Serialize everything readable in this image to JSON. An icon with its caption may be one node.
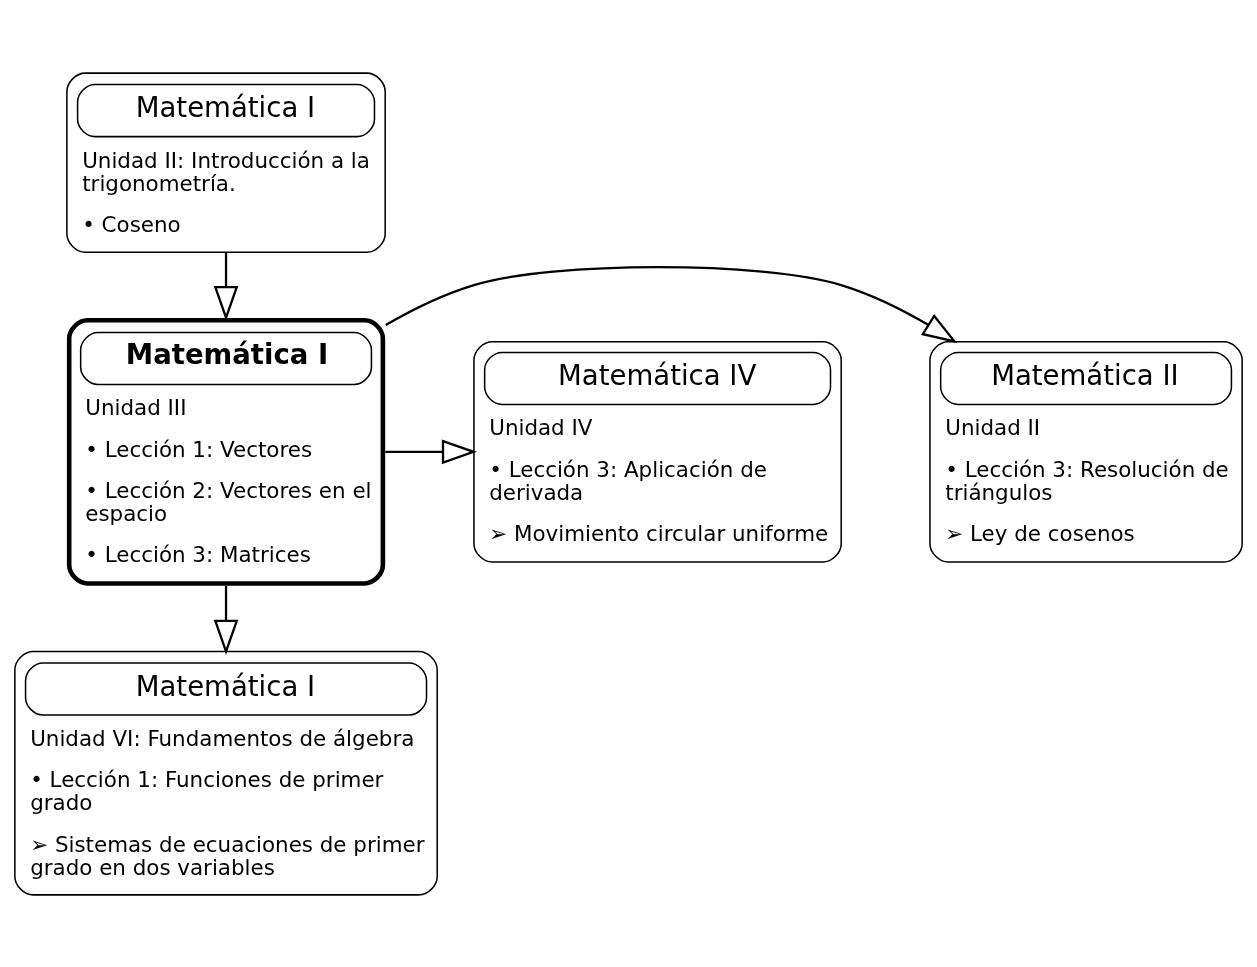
{
  "diagram": {
    "nodes": [
      {
        "text": [
          "Matemática I",
          "Unidad II: Introducción a la trigonometría.",
          "• Coseno"
        ]
      },
      {
        "text": [
          "Matemática I",
          "Unidad III",
          "• Lección 1: Vectores",
          "• Lección 2: Vectores en el espacio",
          "• Lección 3: Matrices"
        ]
      },
      {
        "text": [
          "Matemática II",
          "Unidad II",
          "• Lección 3: Resolución de triángulos",
          "➢ Ley de cosenos"
        ]
      },
      {
        "text": [
          "Matemática IV",
          "Unidad IV",
          "• Lección 3: Aplicación de derivada",
          "➢ Movimiento circular uniforme"
        ]
      },
      {
        "text": [
          "Matemática I",
          "Unidad VI: Fundamentos de álgebra",
          "• Lección 1: Funciones de primer grado",
          "➢ Sistemas de ecuaciones de primer grado en dos variables"
        ]
      }
    ],
    "edges": [
      {
        "from": 0,
        "to": 1,
        "arrow": "to"
      },
      {
        "from": 1,
        "to": 2,
        "arrow": "to"
      },
      {
        "from": 1,
        "to": 3,
        "arrow": "to"
      },
      {
        "from": 1,
        "to": 4,
        "arrow": "to"
      }
    ]
  }
}
